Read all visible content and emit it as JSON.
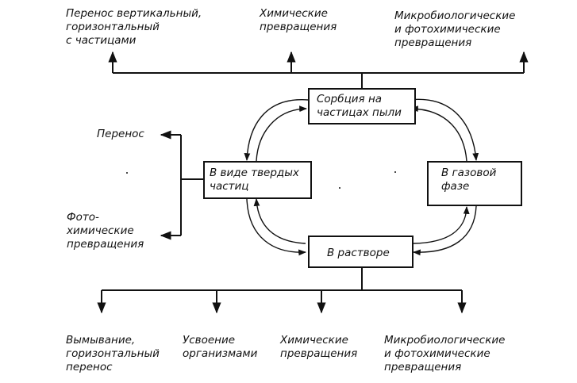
{
  "colors": {
    "ink": "#111111",
    "background": "#ffffff"
  },
  "boxes": {
    "sorption": "Сорбция на\nчастицах пыли",
    "solid": "В виде твердых\nчастиц",
    "gas": "В газовой\nфазе",
    "solution": "В растворе"
  },
  "top_labels": {
    "transfer": "Перенос вертикальный,\nгоризонтальный\nс частицами",
    "chemical": "Химические\nпревращения",
    "microbio": "Микробиологические\nи фотохимические\nпревращения"
  },
  "left_labels": {
    "transfer": "Перенос",
    "photochemical": "Фото-\nхимические\nпревращения"
  },
  "bottom_labels": {
    "leaching": "Вымывание,\nгоризонтальный\nперенос",
    "uptake": "Усвоение\nорганизмами",
    "chemical": "Химические\nпревращения",
    "microbio": "Микробиологические\nи фотохимические\nпревращения"
  }
}
